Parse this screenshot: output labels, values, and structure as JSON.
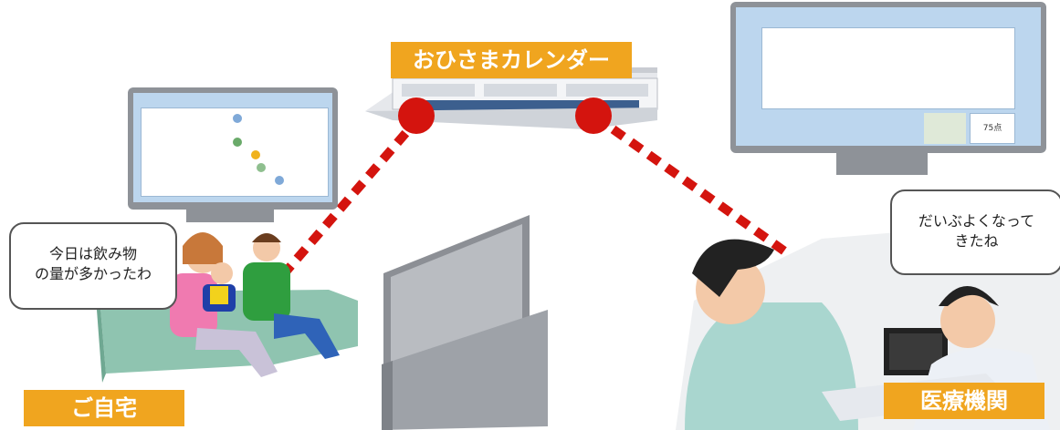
{
  "title_label": "おひさまカレンダー",
  "home_label": "ご自宅",
  "medical_label": "医療機関",
  "family_bubble": {
    "line1": "今日は飲み物",
    "line2": "の量が多かったわ"
  },
  "doctor_bubble": {
    "line1": "だいぶよくなって",
    "line2": "きたね"
  },
  "right_monitor": {
    "score": "75点"
  },
  "colors": {
    "accent_orange": "#f0a51f",
    "link_red": "#d4140e",
    "screen_blue": "#bcd6ee"
  }
}
